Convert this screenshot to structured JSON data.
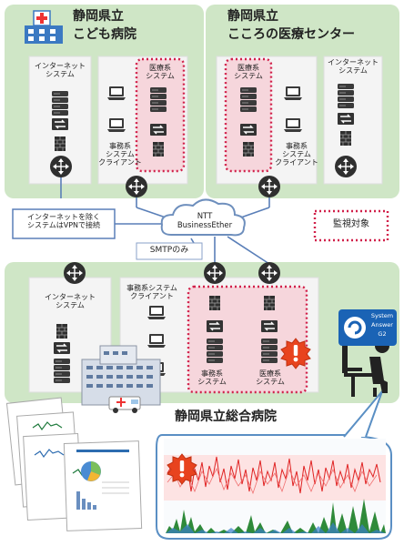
{
  "hospitals": {
    "children": {
      "line1": "静岡県立",
      "line2": "こども病院"
    },
    "mental": {
      "line1": "静岡県立",
      "line2": "こころの医療センター"
    },
    "general": {
      "name": "静岡県立総合病院"
    }
  },
  "labels": {
    "internet_system": "インターネット\nシステム",
    "medical_system": "医療系\nシステム",
    "office_client": "事務系\nシステム\nクライアント",
    "office_client_2": "事務系システム\nクライアント",
    "office_system": "事務系\nシステム",
    "ntt": "NTT\nBusinessEther",
    "vpn_note": "インターネットを除く\nシステムはVPNで接続",
    "smtp_only": "SMTPのみ",
    "legend_monitored": "監視対象"
  },
  "product": {
    "line1": "System",
    "line2": "Answer",
    "line3": "G2"
  },
  "colors": {
    "bg_green": "#cfe6c6",
    "panel": "#f4f4f4",
    "monitor_fill": "#f6d6dc",
    "monitor_border": "#d1204a",
    "cloud_line": "#6e8fbd",
    "bubble_border": "#5a8fc4",
    "alert": "#e8431e"
  }
}
